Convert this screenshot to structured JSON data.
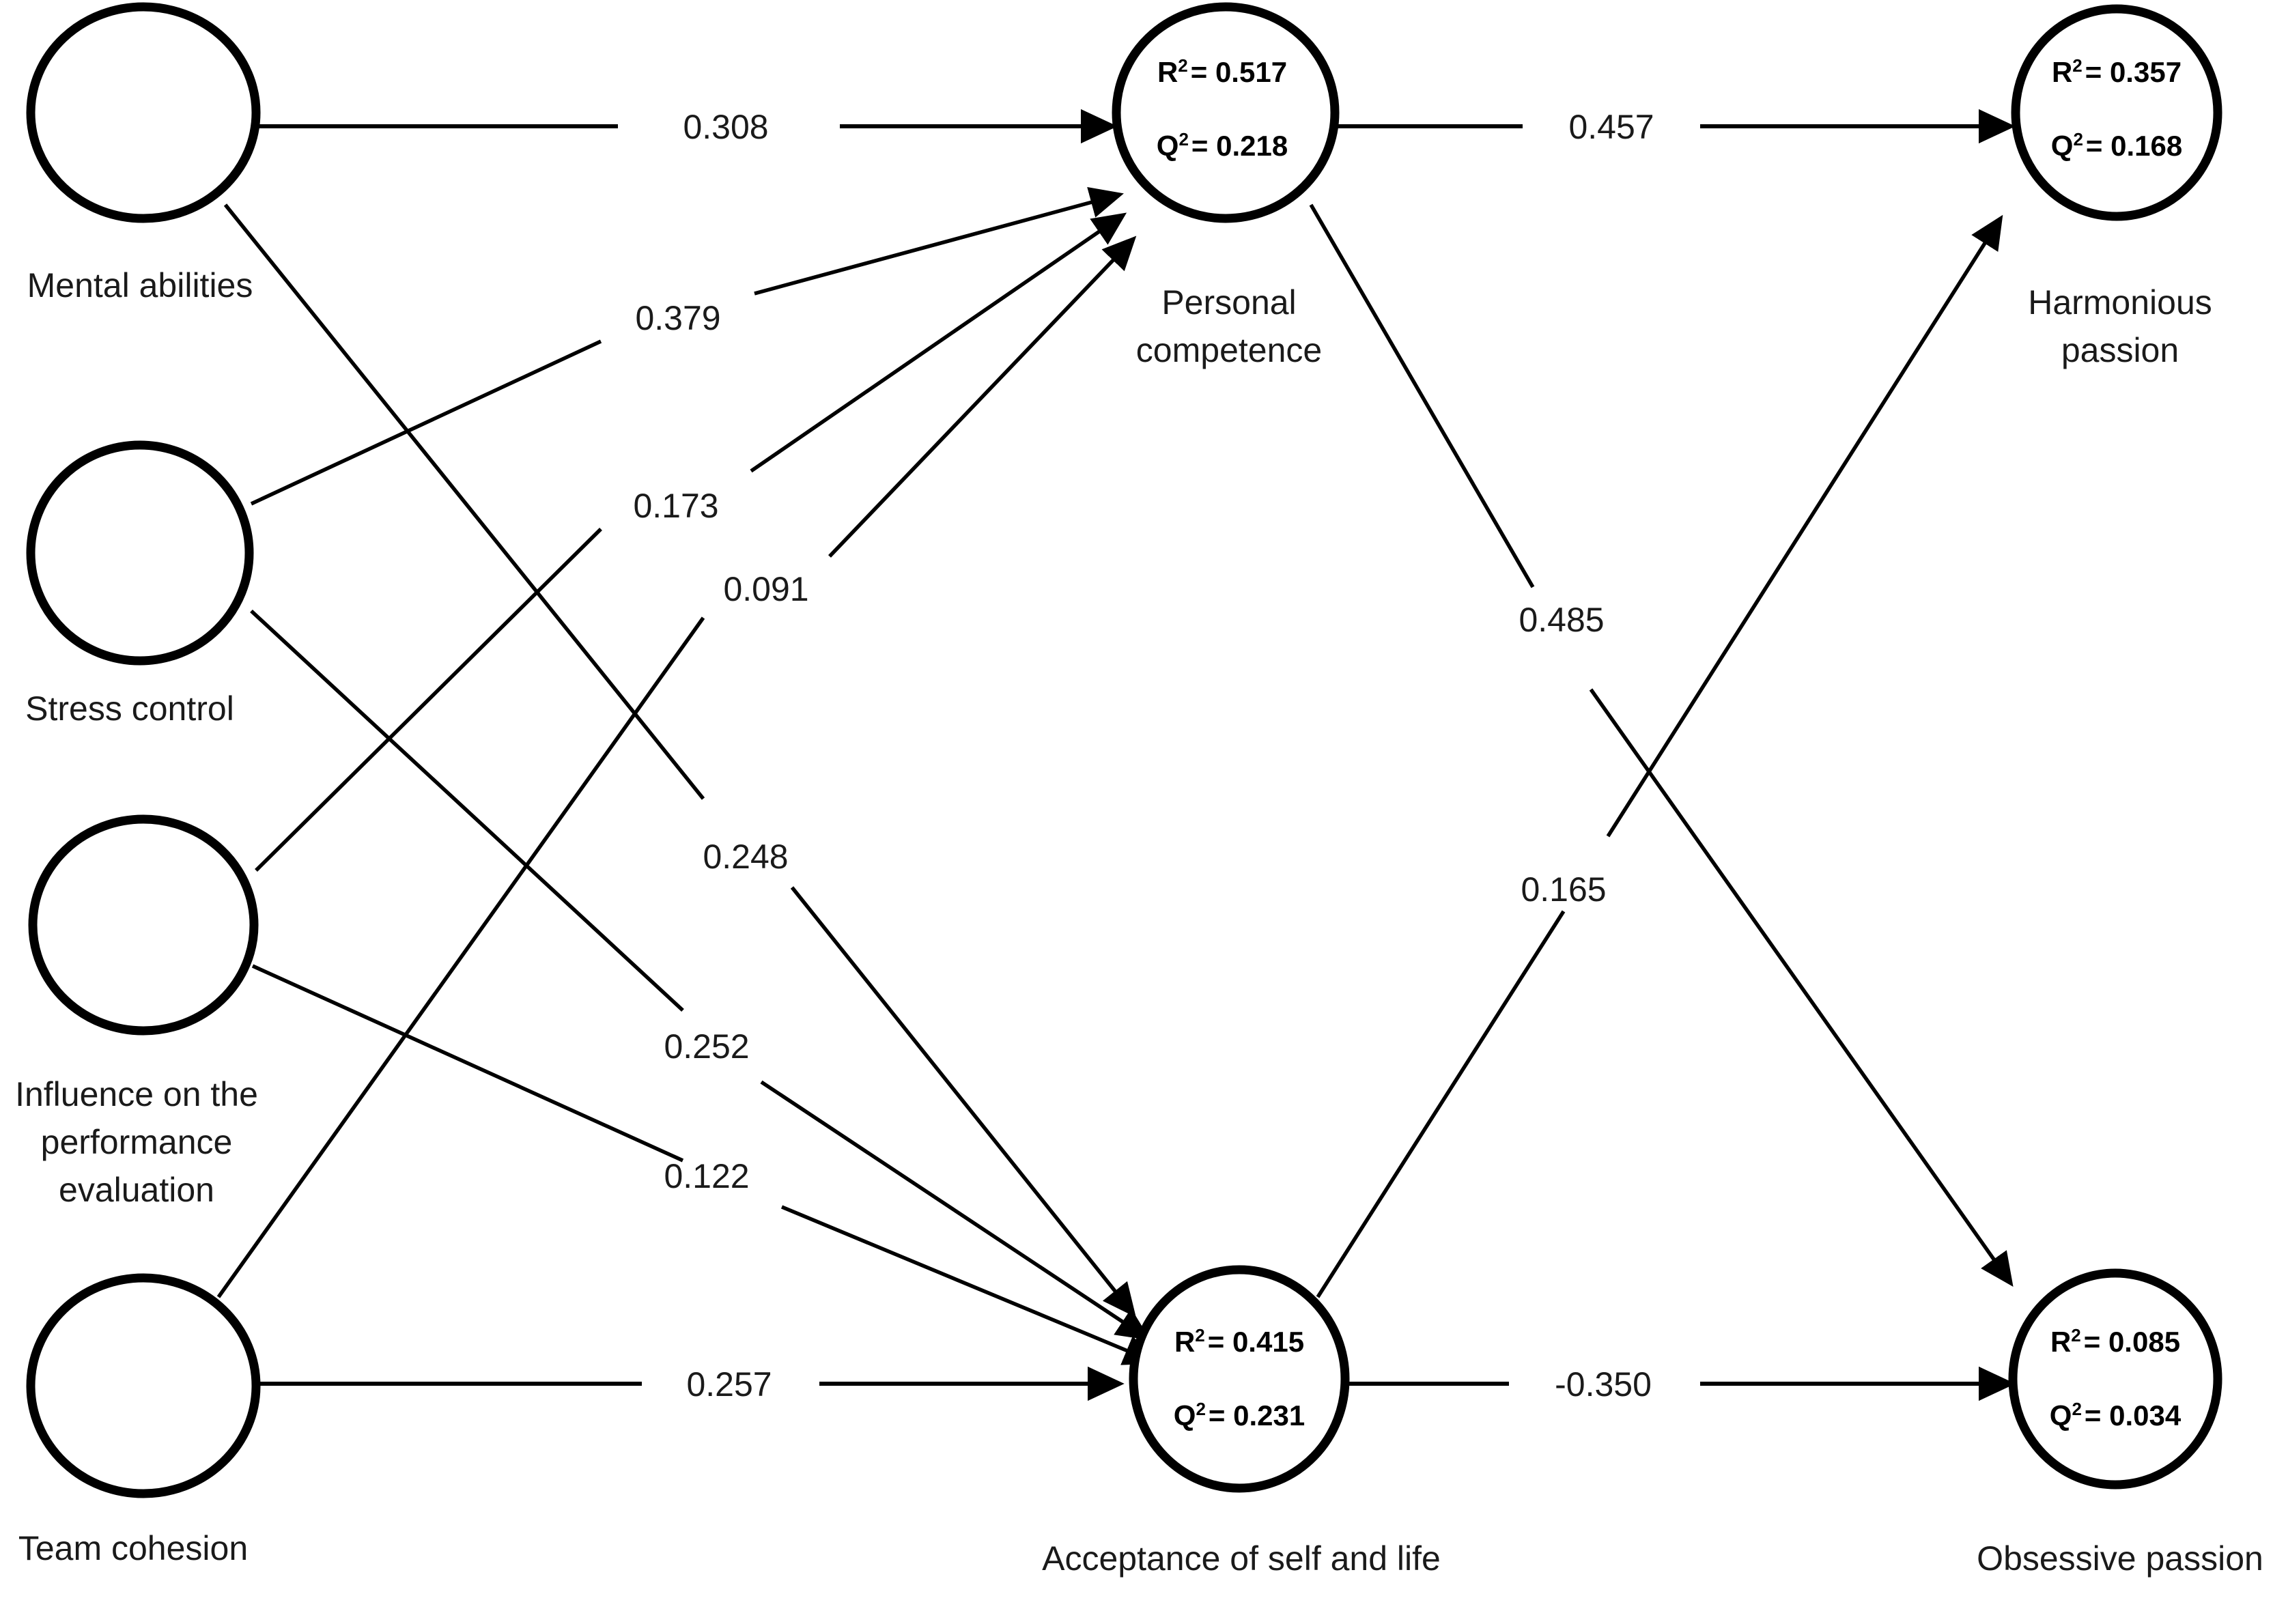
{
  "figure": {
    "type": "path-diagram",
    "background_color": "#ffffff",
    "line_color": "#000000",
    "text_color": "#1a1a1a"
  },
  "nodes": {
    "mental_abilities": {
      "label": "Mental abilities"
    },
    "stress_control": {
      "label": "Stress control"
    },
    "influence_performance": {
      "label_line1": "Influence on the",
      "label_line2": "performance",
      "label_line3": "evaluation"
    },
    "team_cohesion": {
      "label": "Team cohesion"
    },
    "personal_competence": {
      "label_line1": "Personal",
      "label_line2": "competence",
      "r2_prefix": "R",
      "r2_sup": "2",
      "r2_value": "= 0.517",
      "q2_prefix": "Q",
      "q2_sup": "2",
      "q2_value": "= 0.218"
    },
    "acceptance_self_life": {
      "label": "Acceptance of self and life",
      "r2_prefix": "R",
      "r2_sup": "2",
      "r2_value": "= 0.415",
      "q2_prefix": "Q",
      "q2_sup": "2",
      "q2_value": "= 0.231"
    },
    "harmonious_passion": {
      "label_line1": "Harmonious",
      "label_line2": "passion",
      "r2_prefix": "R",
      "r2_sup": "2",
      "r2_value": "= 0.357",
      "q2_prefix": "Q",
      "q2_sup": "2",
      "q2_value": "= 0.168"
    },
    "obsessive_passion": {
      "label": "Obsessive passion",
      "r2_prefix": "R",
      "r2_sup": "2",
      "r2_value": "= 0.085",
      "q2_prefix": "Q",
      "q2_sup": "2",
      "q2_value": "= 0.034"
    }
  },
  "coefficients": {
    "c_ma_pc": "0.308",
    "c_sc_pc": "0.379",
    "c_ip_pc": "0.173",
    "c_tc_pc": "0.091",
    "c_ma_as": "0.248",
    "c_sc_as": "0.252",
    "c_ip_as": "0.122",
    "c_tc_as": "0.257",
    "c_pc_hp": "0.457",
    "c_pc_op": "0.485",
    "c_as_hp": "0.165",
    "c_as_op": "-0.350"
  },
  "chart_data": {
    "type": "diagram",
    "title": "",
    "diagram_kind": "structural equation model path diagram",
    "exogenous_constructs": [
      "Mental abilities",
      "Stress control",
      "Influence on the performance evaluation",
      "Team cohesion"
    ],
    "endogenous_constructs": [
      {
        "name": "Personal competence",
        "R2": 0.517,
        "Q2": 0.218
      },
      {
        "name": "Acceptance of self and life",
        "R2": 0.415,
        "Q2": 0.231
      },
      {
        "name": "Harmonious passion",
        "R2": 0.357,
        "Q2": 0.168
      },
      {
        "name": "Obsessive passion",
        "R2": 0.085,
        "Q2": 0.034
      }
    ],
    "paths": [
      {
        "from": "Mental abilities",
        "to": "Personal competence",
        "coefficient": 0.308
      },
      {
        "from": "Stress control",
        "to": "Personal competence",
        "coefficient": 0.379
      },
      {
        "from": "Influence on the performance evaluation",
        "to": "Personal competence",
        "coefficient": 0.173
      },
      {
        "from": "Team cohesion",
        "to": "Personal competence",
        "coefficient": 0.091
      },
      {
        "from": "Mental abilities",
        "to": "Acceptance of self and life",
        "coefficient": 0.248
      },
      {
        "from": "Stress control",
        "to": "Acceptance of self and life",
        "coefficient": 0.252
      },
      {
        "from": "Influence on the performance evaluation",
        "to": "Acceptance of self and life",
        "coefficient": 0.122
      },
      {
        "from": "Team cohesion",
        "to": "Acceptance of self and life",
        "coefficient": 0.257
      },
      {
        "from": "Personal competence",
        "to": "Harmonious passion",
        "coefficient": 0.457
      },
      {
        "from": "Personal competence",
        "to": "Obsessive passion",
        "coefficient": 0.485
      },
      {
        "from": "Acceptance of self and life",
        "to": "Harmonious passion",
        "coefficient": 0.165
      },
      {
        "from": "Acceptance of self and life",
        "to": "Obsessive passion",
        "coefficient": -0.35
      }
    ]
  }
}
